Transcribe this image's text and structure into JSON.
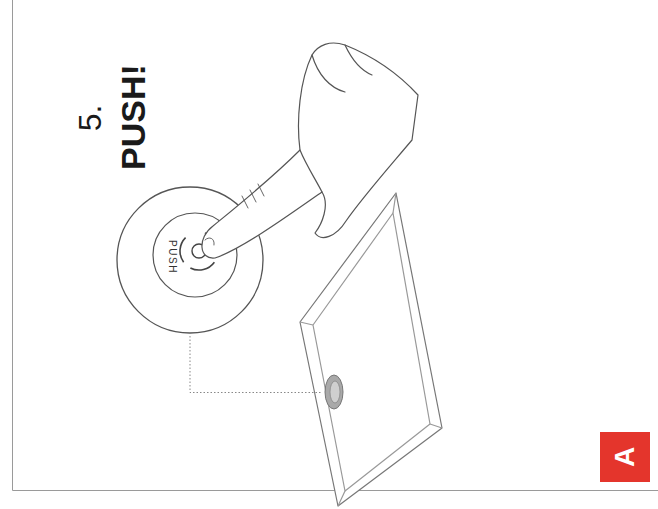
{
  "diagram": {
    "nodes": [
      {
        "text": [
          "PUSH"
        ]
      },
      {
        "text": [
          "A"
        ]
      }
    ],
    "labels": [
      "5.",
      "PUSH!"
    ]
  }
}
